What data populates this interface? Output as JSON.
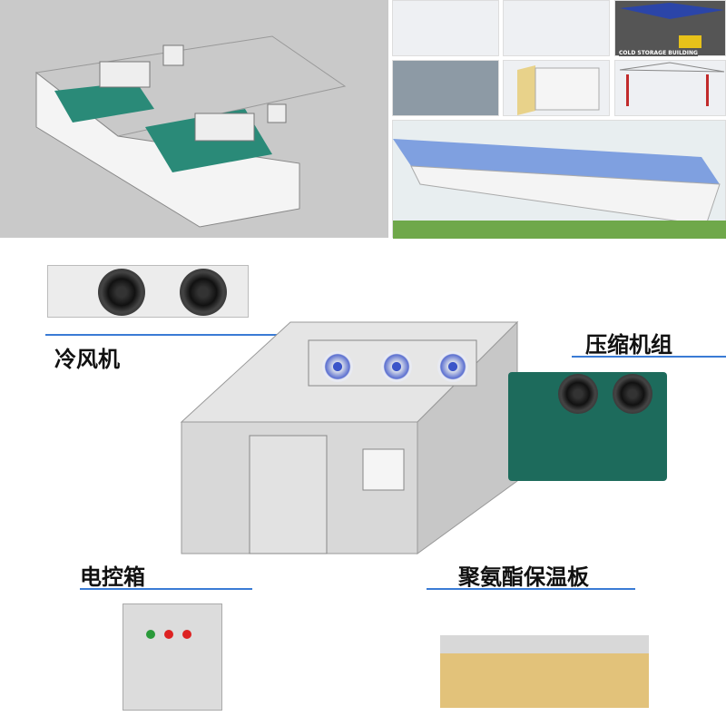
{
  "labels": {
    "evaporator": "冷风机",
    "compressor_unit": "压缩机组",
    "control_box": "电控箱",
    "insulation_panel": "聚氨酯保温板"
  },
  "thumbnails": {
    "cold_storage_building_caption": "COLD STORAGE BUILDING"
  },
  "colors": {
    "accent_line": "#3a7bd5",
    "floor": "#2a8a78",
    "frame": "#c12b2b"
  }
}
